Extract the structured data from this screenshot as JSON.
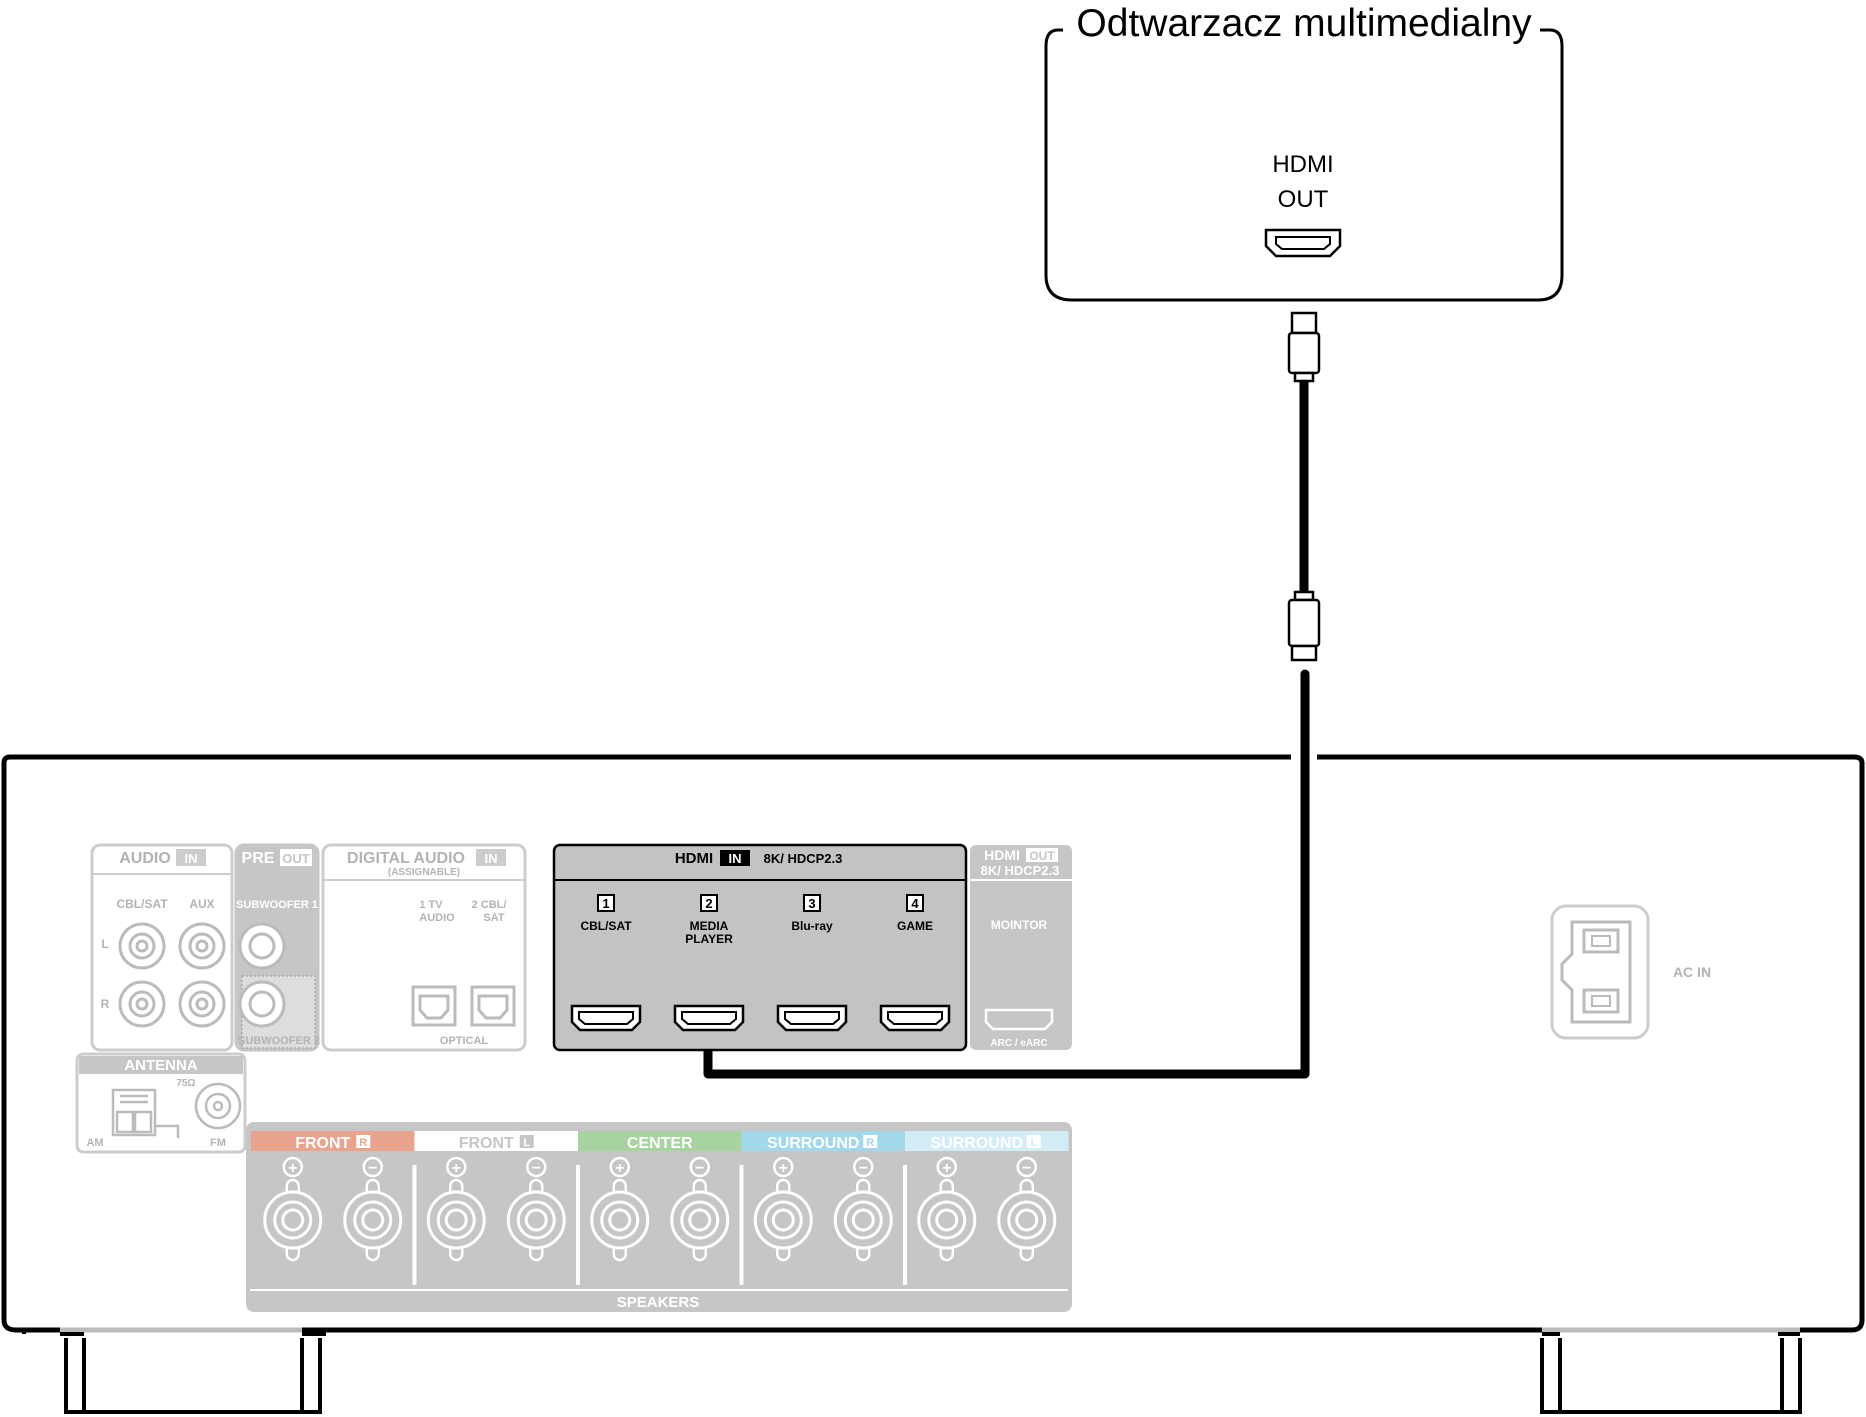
{
  "device": {
    "title": "Odtwarzacz multimedialny",
    "port_line1": "HDMI",
    "port_line2": "OUT"
  },
  "receiver": {
    "audio_in": {
      "title": "AUDIO",
      "badge": "IN",
      "col1": "CBL/SAT",
      "col2": "AUX",
      "left": "L",
      "right": "R"
    },
    "pre_out": {
      "title": "PRE",
      "badge": "OUT",
      "sub1": "SUBWOOFER 1",
      "sub2": "SUBWOOFER 2"
    },
    "digital_audio": {
      "title": "DIGITAL AUDIO",
      "badge": "IN",
      "subtitle": "(ASSIGNABLE)",
      "opt1a": "1   TV",
      "opt1b": "AUDIO",
      "opt2a": "2 CBL/",
      "opt2b": "SAT",
      "footer": "OPTICAL"
    },
    "hdmi_in": {
      "title": "HDMI",
      "badge": "IN",
      "spec": "8K/ HDCP2.3",
      "inputs": [
        {
          "num": "1",
          "label1": "CBL/SAT",
          "label2": ""
        },
        {
          "num": "2",
          "label1": "MEDIA",
          "label2": "PLAYER"
        },
        {
          "num": "3",
          "label1": "Blu-ray",
          "label2": ""
        },
        {
          "num": "4",
          "label1": "GAME",
          "label2": ""
        }
      ]
    },
    "hdmi_out": {
      "title": "HDMI",
      "badge": "OUT",
      "spec": "8K/ HDCP2.3",
      "label": "MOINTOR",
      "footer": "ARC / eARC"
    },
    "antenna": {
      "title": "ANTENNA",
      "ohm": "75Ω",
      "am": "AM",
      "fm": "FM"
    },
    "speakers": {
      "footer": "SPEAKERS",
      "plus": "+",
      "minus": "−",
      "groups": [
        {
          "name": "FRONT",
          "side": "R",
          "color": "#e8a48f"
        },
        {
          "name": "FRONT",
          "side": "L",
          "color": "#ffffff"
        },
        {
          "name": "CENTER",
          "side": "",
          "color": "#a8d2a0"
        },
        {
          "name": "SURROUND",
          "side": "R",
          "color": "#a3d7ea"
        },
        {
          "name": "SURROUND",
          "side": "L",
          "color": "#d3ecf5"
        }
      ]
    },
    "ac_in": "AC IN"
  },
  "colors": {
    "line": "#000000",
    "faded": "#b3b3b3",
    "panel_gray": "#c6c6c6",
    "hdmi_panel": "#c3c3c3"
  }
}
